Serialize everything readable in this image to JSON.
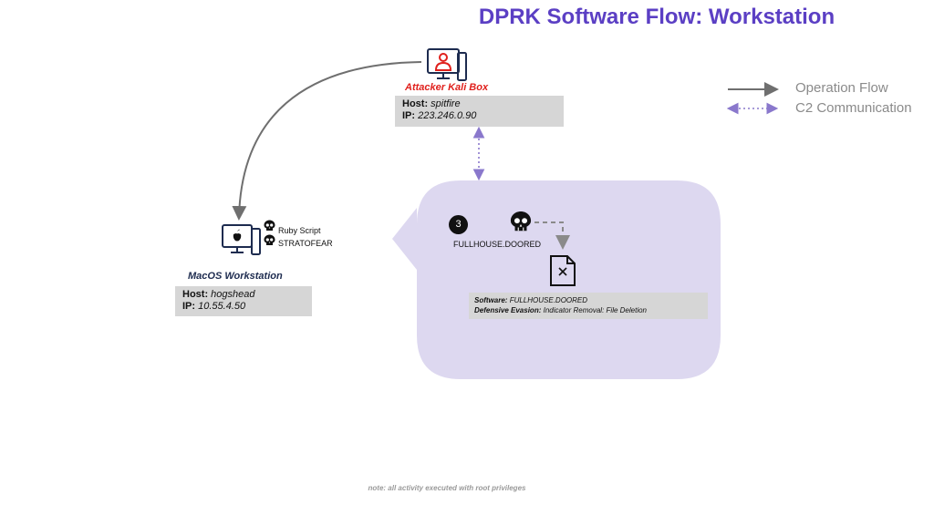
{
  "title": "DPRK Software Flow: Workstation",
  "legend": {
    "operation_flow": "Operation Flow",
    "c2_communication": "C2 Communication"
  },
  "attacker": {
    "label": "Attacker Kali Box",
    "host_key": "Host:",
    "host_value": "spitfire",
    "ip_key": "IP:",
    "ip_value": "223.246.0.90"
  },
  "workstation": {
    "label": "MacOS Workstation",
    "host_key": "Host:",
    "host_value": "hogshead",
    "ip_key": "IP:",
    "ip_value": "10.55.4.50",
    "tools": [
      "Ruby Script",
      "STRATOFEAR"
    ]
  },
  "step": {
    "number": "3",
    "software_name": "FULLHOUSE.DOORED",
    "software_key": "Software:",
    "software_value": "FULLHOUSE.DOORED",
    "evasion_key": "Defensive Evasion:",
    "evasion_value": "Indicator Removal: File Deletion"
  },
  "note": "note: all activity executed with root privileges",
  "colors": {
    "title": "#5b3fc4",
    "attacker_label": "#e0201c",
    "workstation_label": "#1d2b4f",
    "bubble": "#ddd8f0",
    "c2_arrow": "#8a78cc",
    "flow_arrow": "#6f6f6f",
    "host_box": "#d6d6d6"
  },
  "icons": {
    "attacker": "attacker-computer-icon",
    "workstation": "apple-computer-icon",
    "skull": "skull-icon",
    "deleted_file": "deleted-file-icon"
  }
}
